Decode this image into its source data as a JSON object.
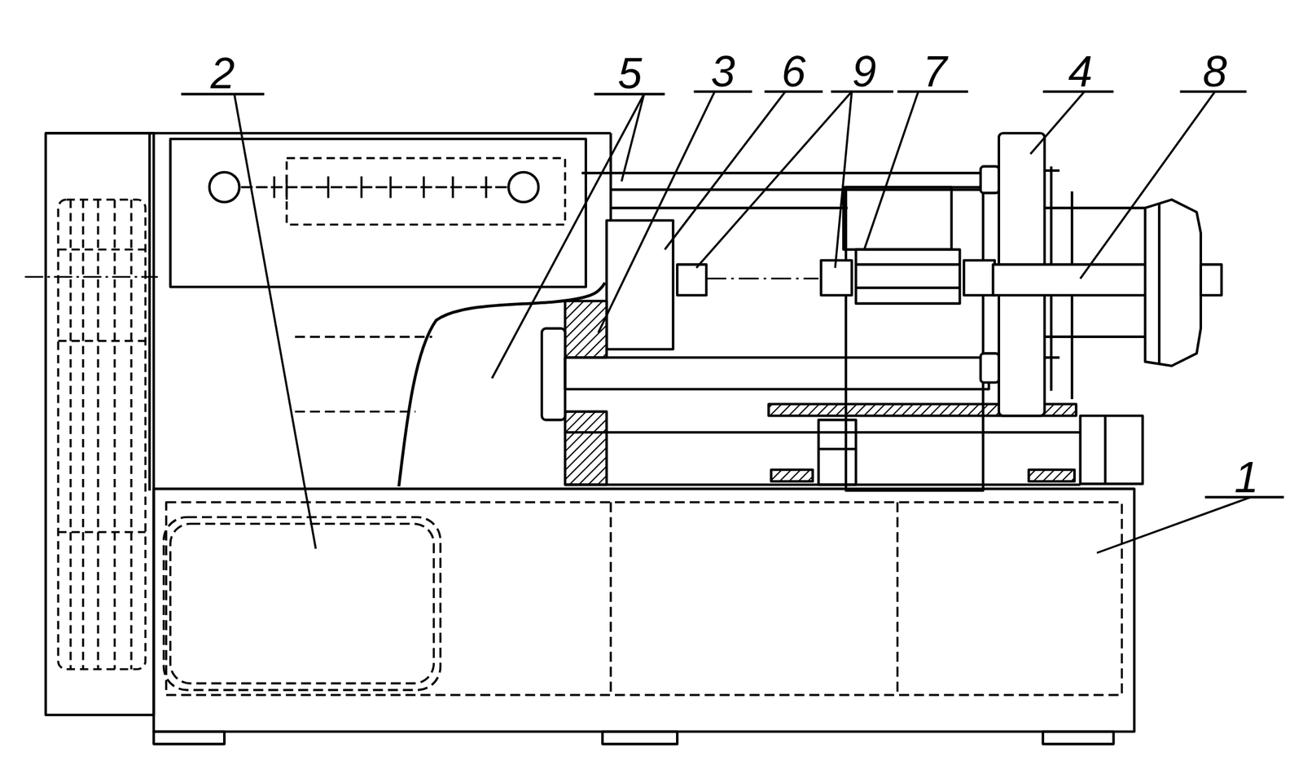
{
  "diagram": {
    "labels": [
      "2",
      "5",
      "3",
      "6",
      "9",
      "7",
      "4",
      "8",
      "1"
    ]
  }
}
